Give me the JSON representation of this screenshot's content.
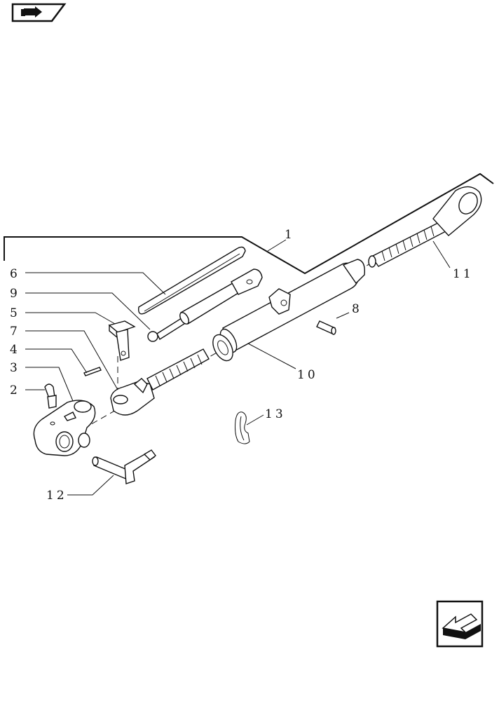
{
  "callouts": {
    "c1": "1",
    "c2": "2",
    "c3": "3",
    "c4": "4",
    "c5": "5",
    "c6": "6",
    "c7": "7",
    "c8": "8",
    "c9": "9",
    "c10": "10",
    "c11": "11",
    "c12": "12",
    "c13": "13"
  },
  "icons": {
    "top_left": "book-arrow-icon",
    "bottom_right": "back-arrow-icon"
  }
}
